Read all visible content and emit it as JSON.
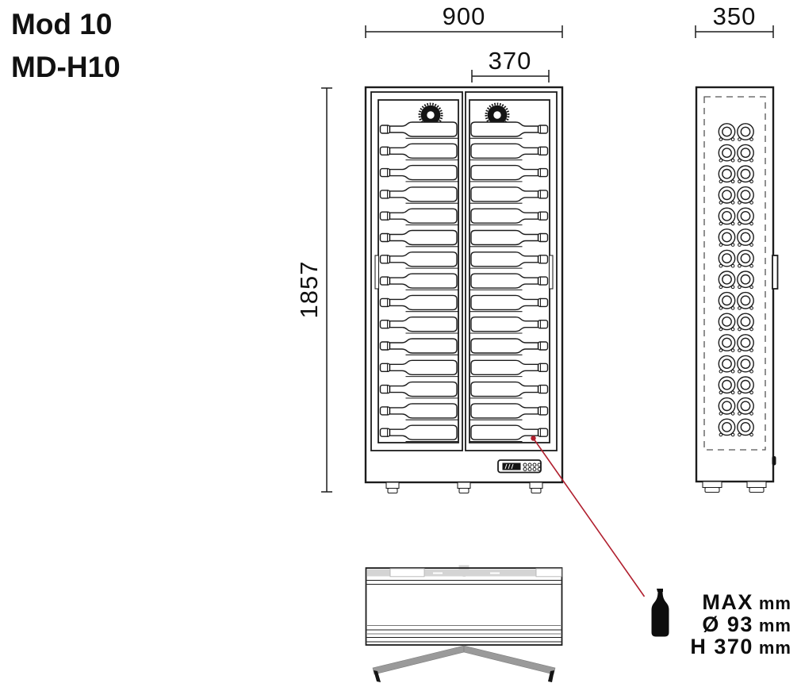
{
  "title": {
    "model": "Mod 10",
    "code": "MD-H10"
  },
  "dims": {
    "width": "900",
    "inner_width": "370",
    "depth": "350",
    "height": "1857"
  },
  "front_view": {
    "doors": 2,
    "rows_per_door": 15,
    "bottles_per_row": 1
  },
  "side_view": {
    "rows": 15,
    "columns": 2
  },
  "bottle_spec": {
    "max": "MAX",
    "max_unit": "mm",
    "diameter": "Ø 93",
    "diameter_unit": "mm",
    "height": "H 370",
    "height_unit": "mm"
  },
  "colors": {
    "ink": "#1c1c1c",
    "red": "#b01f2e",
    "door_gray": "#9a9a9a",
    "panel_gray": "#d4d4d4"
  }
}
